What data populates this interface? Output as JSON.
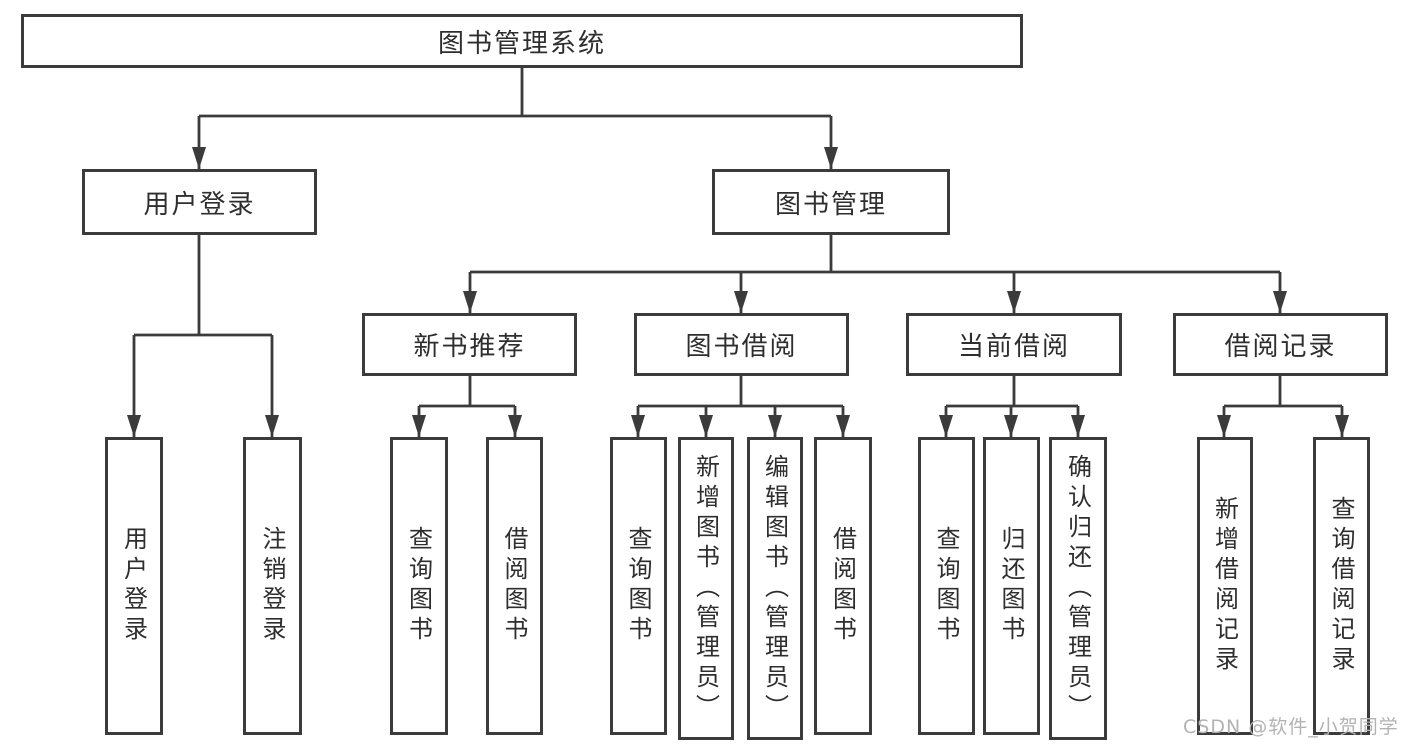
{
  "diagram": {
    "root": {
      "label": "图书管理系统"
    },
    "branches": [
      {
        "label": "用户登录",
        "children": [
          {
            "label": "用户登录"
          },
          {
            "label": "注销登录"
          }
        ]
      },
      {
        "label": "图书管理",
        "children": [
          {
            "label": "新书推荐",
            "children": [
              {
                "label": "查询图书"
              },
              {
                "label": "借阅图书"
              }
            ]
          },
          {
            "label": "图书借阅",
            "children": [
              {
                "label": "查询图书"
              },
              {
                "label": "新增图书（管理员）"
              },
              {
                "label": "编辑图书（管理员）"
              },
              {
                "label": "借阅图书"
              }
            ]
          },
          {
            "label": "当前借阅",
            "children": [
              {
                "label": "查询图书"
              },
              {
                "label": "归还图书"
              },
              {
                "label": "确认归还（管理员）"
              }
            ]
          },
          {
            "label": "借阅记录",
            "children": [
              {
                "label": "新增借阅记录"
              },
              {
                "label": "查询借阅记录"
              }
            ]
          }
        ]
      }
    ]
  },
  "watermark": "CSDN @软件_小贺同学",
  "colors": {
    "line": "#3b3b3b",
    "text": "#2e2e2e",
    "watermark": "#b3b3b3",
    "background": "#ffffff"
  }
}
